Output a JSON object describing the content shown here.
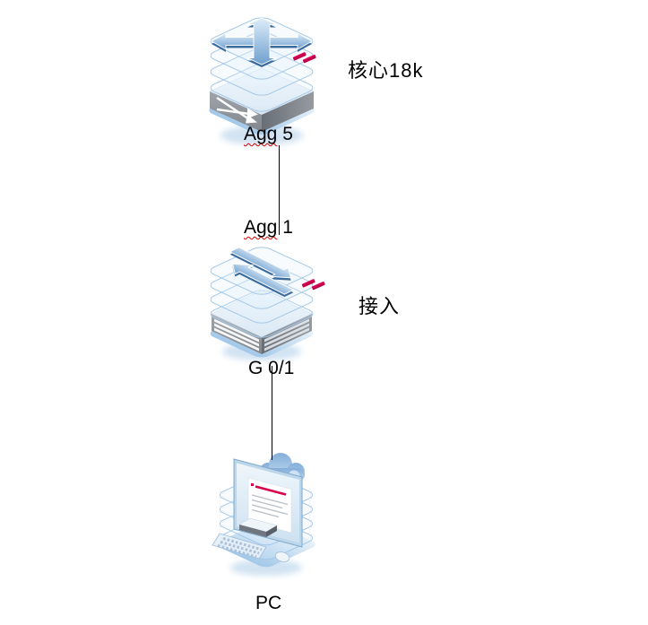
{
  "diagram": {
    "nodes": {
      "core": {
        "icon": "stacked-core-switch-3d-icon",
        "device_label": "核心18k",
        "link_label": {
          "misspelled": "Agg",
          "rest": " 5"
        }
      },
      "access": {
        "icon": "stacked-access-switch-3d-icon",
        "uplink_label": {
          "misspelled": "Agg",
          "rest": " 1"
        },
        "device_label": "接入",
        "downlink_label": "G 0/1"
      },
      "pc": {
        "icon": "desktop-pc-with-cloud-3d-icon",
        "device_label": "PC"
      }
    },
    "connectors": [
      {
        "from": "core",
        "to": "access"
      },
      {
        "from": "access",
        "to": "pc"
      }
    ],
    "colors": {
      "background": "#ffffff",
      "connector_line": "#000000",
      "label_text": "#000000",
      "spellcheck_underline": "#e00000",
      "icon_outline_blue": "#a3c7e8",
      "icon_arrow_blue": "#4f81bd",
      "icon_chassis_gray": "#8e9398",
      "icon_accent_red": "#d6004c",
      "icon_shadow_blue": "#d6e6f4"
    }
  }
}
